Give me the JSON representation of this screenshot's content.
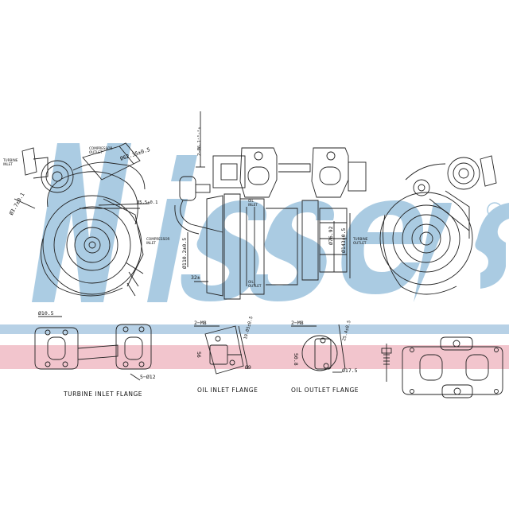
{
  "brand": {
    "logo_text": "Nissens",
    "logo_color": "#9cc3de",
    "band_pink": "#f2c5cd",
    "band_blue": "#b7d1e6"
  },
  "views": {
    "front": {
      "turbine_inlet": "TURBINE\nINLET",
      "compressor_outlet": "COMPRESSOR\nOUTLET",
      "dim_outlet": "Ø62.35±0.5",
      "dim_d2": "Ø5.5±0.1",
      "dim_angle": "Ø3.7±0.1",
      "compressor_inlet": "COMPRESSOR\nINLET"
    },
    "side": {
      "dim_top": "2−Ø6.1⁺⁰·²₀",
      "oil_inlet": "OIL\nINLET",
      "oil_outlet": "OIL\nOUTLET",
      "dim_bore": "Ø110.2±0.5",
      "dim_32": "32±",
      "dim_76": "Ø76.92",
      "dim_143": "Ø143±0.5"
    },
    "rear": {
      "turbine_outlet": "TURBINE\nOUTLET"
    }
  },
  "flanges": {
    "turbine": {
      "caption": "TURBINE INLET FLANGE",
      "dim_hole": "Ø10.5",
      "dim_bolts": "5−Ø12"
    },
    "oil_inlet": {
      "caption": "OIL INLET FLANGE",
      "thread": "2−M8",
      "dim_angle": "19.05±0.5",
      "dim_56": "56",
      "dim_9": "Ø9"
    },
    "oil_outlet": {
      "caption": "OIL OUTLET FLANGE",
      "thread": "2−M8",
      "dim_angle": "25.4±0.5",
      "dim_508": "50.8",
      "dim_175": "Ø17.5"
    }
  }
}
